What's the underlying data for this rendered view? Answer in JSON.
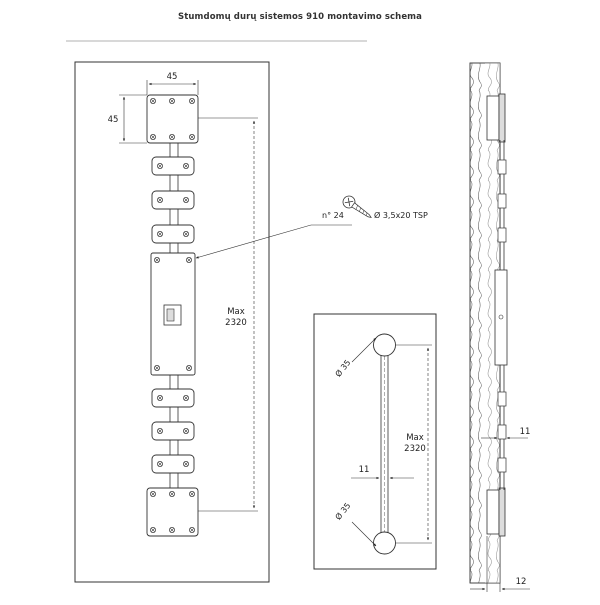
{
  "title": "Stumdomų durų sistemos 910 montavimo schema",
  "front_view": {
    "plate_width": "45",
    "plate_height": "45",
    "screw_ref": "n° 24",
    "screw_spec": "Ø 3,5x20 TSP",
    "max_label": "Max",
    "max_value": "2320"
  },
  "drill_view": {
    "hole_top": "Ø 35",
    "hole_bottom": "Ø 35",
    "rod_width": "11",
    "max_label": "Max",
    "max_value": "2320"
  },
  "side_view": {
    "gap": "11",
    "offset": "12"
  }
}
